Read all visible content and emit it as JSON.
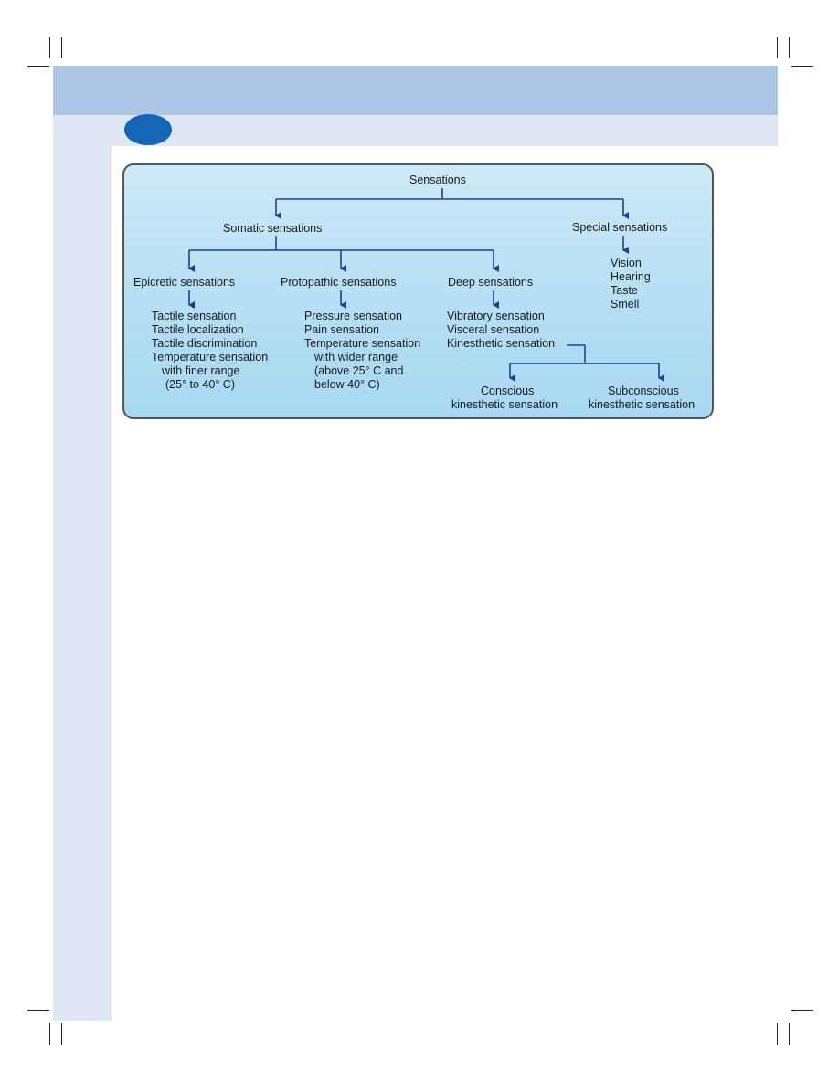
{
  "diagram": {
    "root": "Sensations",
    "somatic": {
      "label": "Somatic sensations",
      "epicretic": {
        "label": "Epicretic sensations",
        "items": [
          "Tactile sensation",
          "Tactile localization",
          "Tactile discrimination",
          "Temperature sensation",
          "with finer range",
          "(25° to 40° C)"
        ]
      },
      "protopathic": {
        "label": "Protopathic sensations",
        "items": [
          "Pressure sensation",
          "Pain sensation",
          "Temperature sensation",
          "with wider range",
          "(above 25° C and",
          "below  40° C)"
        ]
      },
      "deep": {
        "label": "Deep sensations",
        "items": [
          "Vibratory sensation",
          "Visceral sensation",
          "Kinesthetic sensation"
        ],
        "kinesthetic": {
          "conscious": [
            "Conscious",
            "kinesthetic sensation"
          ],
          "subconscious": [
            "Subconscious",
            "kinesthetic sensation"
          ]
        }
      }
    },
    "special": {
      "label": "Special sensations",
      "items": [
        "Vision",
        "Hearing",
        "Taste",
        "Smell"
      ]
    }
  },
  "colors": {
    "header_band": "#adc6e6",
    "side_band": "#dfe6f4",
    "badge": "#1565b8",
    "connector": "#1f3f8f",
    "diagram_fill": "#b5dff4"
  }
}
